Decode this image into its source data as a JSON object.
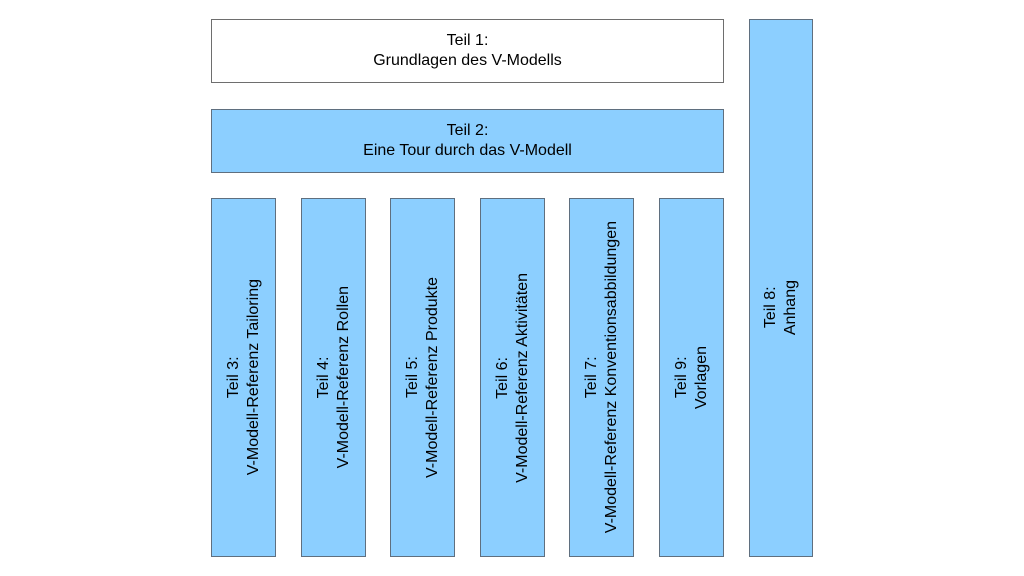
{
  "boxes": {
    "teil1": {
      "line1": "Teil 1:",
      "line2": "Grundlagen des V-Modells"
    },
    "teil2": {
      "line1": "Teil 2:",
      "line2": "Eine Tour durch das V-Modell"
    },
    "teil3": {
      "line1": "Teil 3:",
      "line2": "V-Modell-Referenz Tailoring"
    },
    "teil4": {
      "line1": "Teil 4:",
      "line2": "V-Modell-Referenz Rollen"
    },
    "teil5": {
      "line1": "Teil 5:",
      "line2": "V-Modell-Referenz Produkte"
    },
    "teil6": {
      "line1": "Teil 6:",
      "line2": "V-Modell-Referenz Aktivitäten"
    },
    "teil7": {
      "line1": "Teil 7:",
      "line2": "V-Modell-Referenz Konventionsabbildungen"
    },
    "teil9": {
      "line1": "Teil 9:",
      "line2": "Vorlagen"
    },
    "teil8": {
      "line1": "Teil 8:",
      "line2": "Anhang"
    }
  },
  "colors": {
    "box_fill_blue": "#8ccfff",
    "box_fill_white": "#ffffff",
    "box_border": "#5f6f7f"
  }
}
